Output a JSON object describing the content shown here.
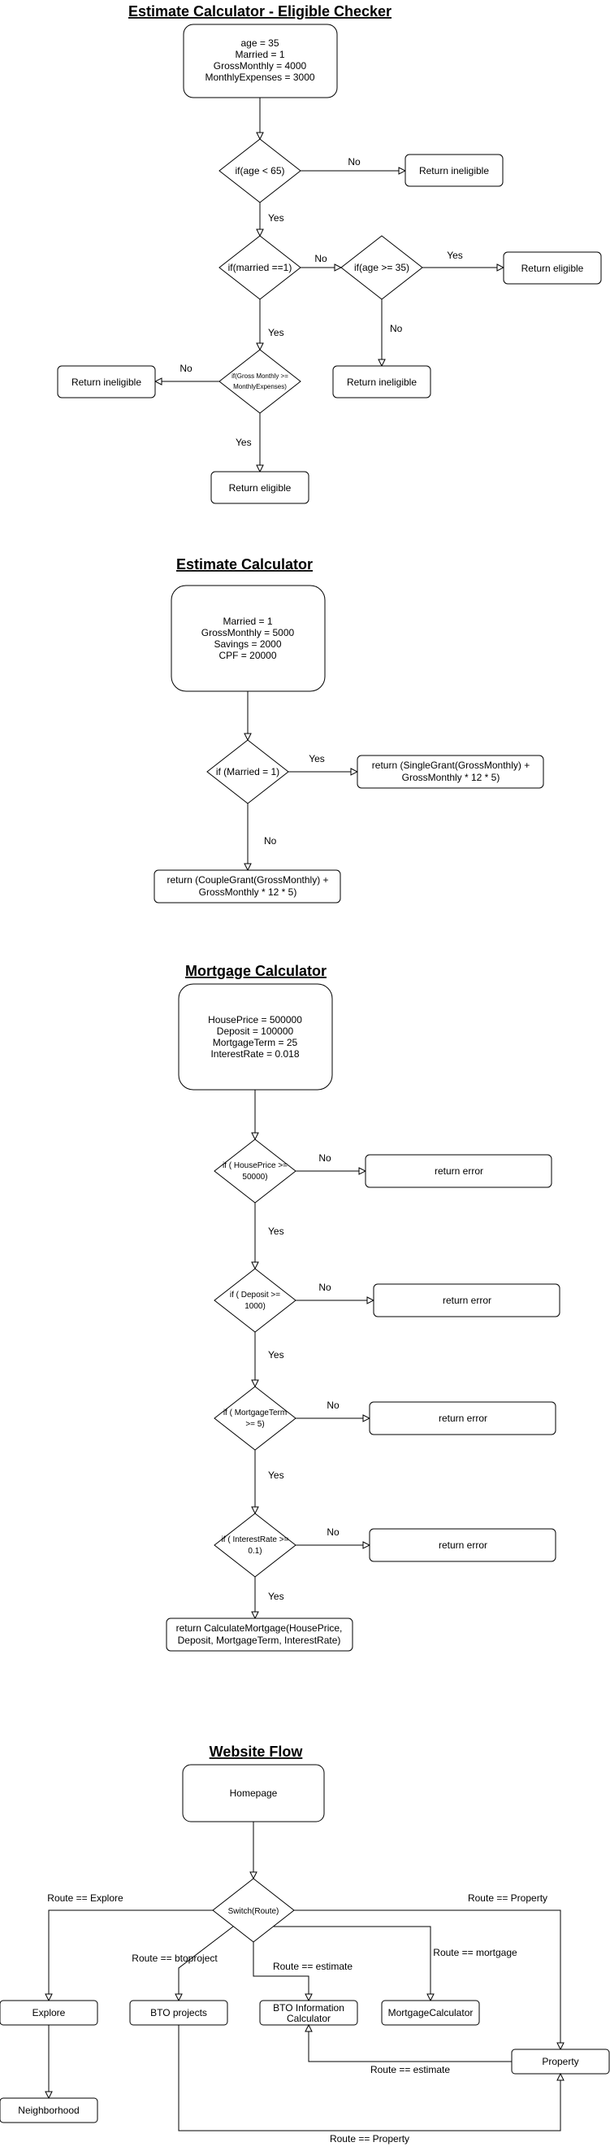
{
  "section1": {
    "title": "Estimate Calculator - Eligible Checker",
    "start": [
      "age = 35",
      "Married = 1",
      "GrossMonthly = 4000",
      "MonthlyExpenses = 3000"
    ],
    "d_age": "if(age < 65)",
    "d_married": "if(married ==1)",
    "d_age35": "if(age >= 35)",
    "d_gross": [
      "if(Gross Monthly >=",
      "MonthlyExpenses)"
    ],
    "r_inel_1": "Return ineligible",
    "r_elig_1": "Return eligible",
    "r_inel_2": "Return ineligible",
    "r_inel_3": "Return ineligible",
    "r_elig_2": "Return eligible",
    "labels": {
      "no1": "No",
      "yes1": "Yes",
      "no2": "No",
      "yes2": "Yes",
      "no3": "No",
      "yes3": "Yes",
      "no4": "No",
      "yes4": "Yes"
    }
  },
  "section2": {
    "title": "Estimate Calculator",
    "start": [
      "Married = 1",
      "GrossMonthly = 5000",
      "Savings = 2000",
      "CPF = 20000"
    ],
    "d_married": "if (Married = 1)",
    "r_single": [
      "return (SingleGrant(GrossMonthly) +",
      "GrossMonthly * 12 * 5)"
    ],
    "r_couple": [
      "return (CoupleGrant(GrossMonthly) +",
      "GrossMonthly * 12 * 5)"
    ],
    "labels": {
      "yes": "Yes",
      "no": "No"
    }
  },
  "section3": {
    "title": "Mortgage Calculator",
    "start": [
      "HousePrice = 500000",
      "Deposit = 100000",
      "MortgageTerm = 25",
      "InterestRate = 0.018"
    ],
    "d_price": [
      "if ( HousePrice >=",
      "50000)"
    ],
    "d_deposit": [
      "if ( Deposit >=",
      "1000)"
    ],
    "d_term": [
      "if ( MortgageTerm",
      ">= 5)"
    ],
    "d_rate": [
      "if ( InterestRate >=",
      "0.1)"
    ],
    "err1": "return error",
    "err2": "return error",
    "err3": "return error",
    "err4": "return error",
    "r_calc": [
      "return CalculateMortgage(HousePrice,",
      "Deposit, MortgageTerm, InterestRate)"
    ],
    "labels": {
      "no1": "No",
      "yes1": "Yes",
      "no2": "No",
      "yes2": "Yes",
      "no3": "No",
      "yes3": "Yes",
      "no4": "No",
      "yes4": "Yes"
    }
  },
  "section4": {
    "title": "Website Flow",
    "homepage": "Homepage",
    "switch": "Switch(Route)",
    "explore": "Explore",
    "bto_projects": "BTO projects",
    "bto_info": [
      "BTO Information",
      "Calculator"
    ],
    "mortgage": "MortgageCalculator",
    "property": "Property",
    "neighborhood": "Neighborhood",
    "labels": {
      "explore": "Route == Explore",
      "property_top": "Route == Property",
      "btoproject": "Route == btoproject",
      "estimate": "Route == estimate",
      "mortgage": "Route == mortgage",
      "estimate_back": "Route == estimate",
      "property_bottom": "Route == Property"
    }
  }
}
